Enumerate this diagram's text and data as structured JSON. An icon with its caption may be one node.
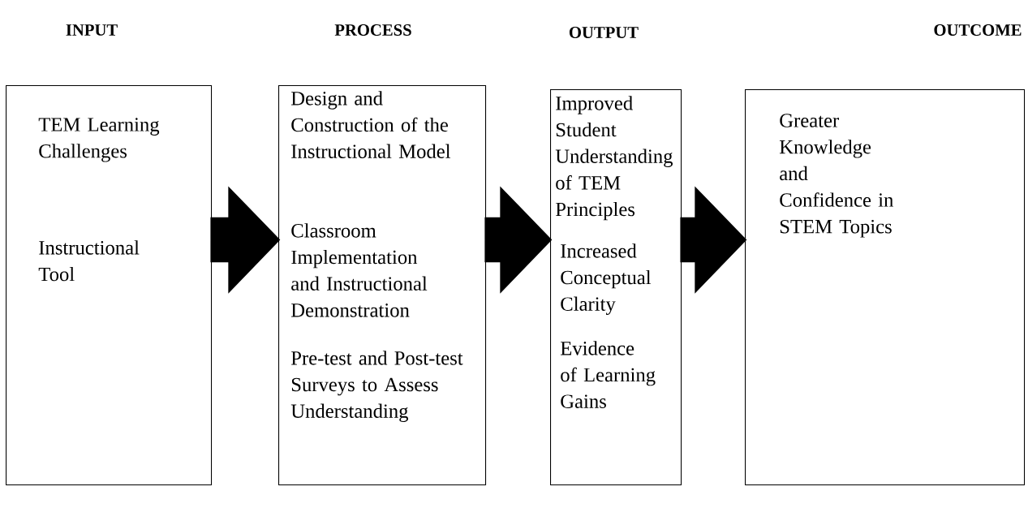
{
  "diagram": {
    "nodes": [
      {
        "text": [
          "INPUT",
          "TEM Learning Challenges",
          "Instructional Tool"
        ]
      },
      {
        "text": [
          "PROCESS",
          "Design and Construction of the Instructional Model",
          "Classroom Implementation and Instructional Demonstration",
          "Pre-test and Post-test Surveys to Assess Understanding"
        ]
      },
      {
        "text": [
          "OUTPUT",
          "Improved Student Understanding of TEM Principles",
          "Increased Conceptual Clarity",
          "Evidence of Learning Gains"
        ]
      },
      {
        "text": [
          "OUTCOME",
          "Greater Knowledge and Confidence in STEM Topics"
        ]
      }
    ],
    "edges": [
      {
        "from": 0,
        "to": 1,
        "arrow": "to",
        "style": "thick"
      },
      {
        "from": 1,
        "to": 2,
        "arrow": "to",
        "style": "thick"
      },
      {
        "from": 2,
        "to": 3,
        "arrow": "to",
        "style": "thick"
      }
    ]
  }
}
